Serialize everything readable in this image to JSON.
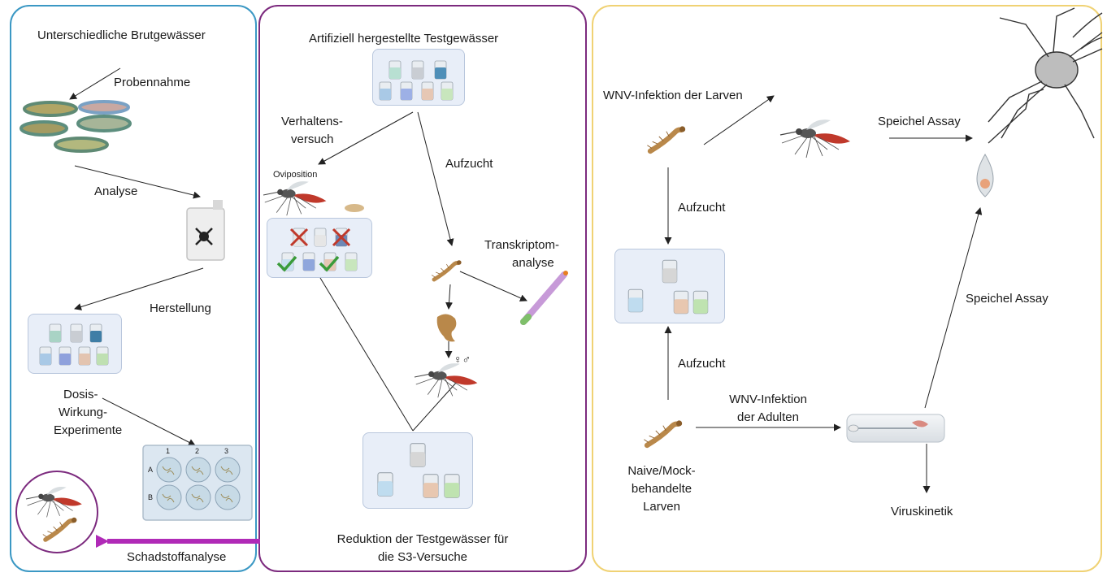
{
  "colors": {
    "panel1": "#3b98c4",
    "panel2": "#7c2a7e",
    "panel3": "#f0d274",
    "arrow_main": "#b02ab7",
    "mosquito_body": "#c0392b",
    "larva": "#b9884a"
  },
  "panel1": {
    "title": "Unterschiedliche Brutgewässer",
    "probennahme": "Probennahme",
    "analyse": "Analyse",
    "herstellung": "Herstellung",
    "dosis_1": "Dosis-",
    "dosis_2": "Wirkung-",
    "dosis_3": "Experimente",
    "plate_cols": [
      "1",
      "2",
      "3"
    ],
    "plate_rows": [
      "A",
      "B"
    ],
    "poison_icon": "skull-crossbones-icon"
  },
  "arrow_label": "Schadstoffanalyse",
  "panel2": {
    "title": "Artifiziell hergestellte Testgewässer",
    "verhaltens_1": "Verhaltens-",
    "verhaltens_2": "versuch",
    "oviposition": "Oviposition",
    "aufzucht": "Aufzucht",
    "transkriptom_1": "Transkriptom-",
    "transkriptom_2": "analyse",
    "sex_symbols": "♀♂",
    "reduktion_1": "Reduktion der Testgewässer für",
    "reduktion_2": "die S3-Versuche"
  },
  "panel3": {
    "wnv_larven": "WNV-Infektion der Larven",
    "speichel_top": "Speichel Assay",
    "aufzucht_top": "Aufzucht",
    "aufzucht_bottom": "Aufzucht",
    "speichel_right": "Speichel Assay",
    "wnv_adulten_1": "WNV-Infektion",
    "wnv_adulten_2": "der Adulten",
    "naive_1": "Naive/Mock-",
    "naive_2": "behandelte",
    "naive_3": "Larven",
    "viruskinetik": "Viruskinetik"
  }
}
